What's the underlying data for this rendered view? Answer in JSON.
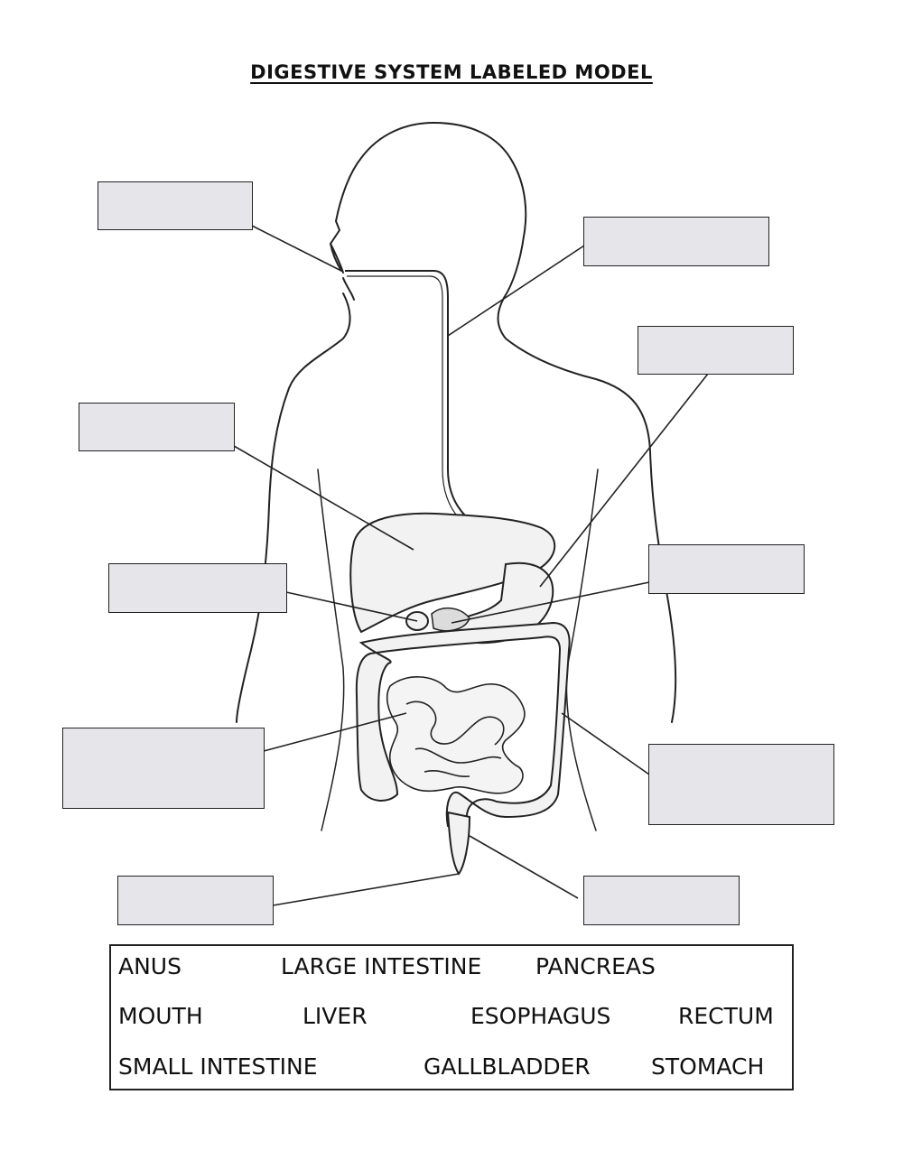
{
  "title": "DIGESTIVE SYSTEM LABELED MODEL",
  "colors": {
    "box_fill": "#e6e5ea",
    "line": "#222222",
    "organ_fill": "#f2f2f2",
    "background": "#ffffff"
  },
  "answer_boxes": [
    "",
    "",
    "",
    "",
    "",
    "",
    "",
    "",
    "",
    "",
    ""
  ],
  "word_bank": {
    "row1": [
      "ANUS",
      "LARGE INTESTINE",
      "PANCREAS"
    ],
    "row2": [
      "MOUTH",
      "LIVER",
      "ESOPHAGUS",
      "RECTUM"
    ],
    "row3": [
      "SMALL INTESTINE",
      "GALLBLADDER",
      "STOMACH"
    ]
  }
}
